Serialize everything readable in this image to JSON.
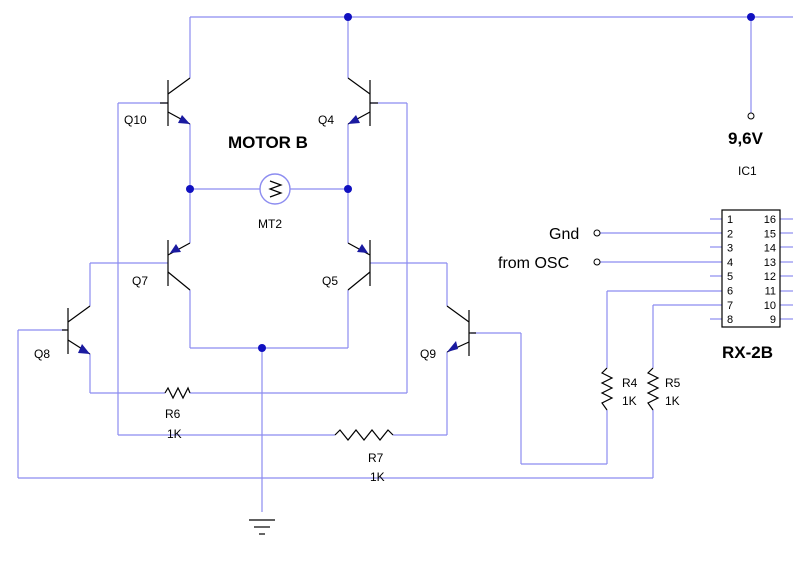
{
  "supply": {
    "label": "9,6V"
  },
  "motor": {
    "title": "MOTOR B",
    "ref": "MT2"
  },
  "transistors": {
    "q10": "Q10",
    "q4": "Q4",
    "q7": "Q7",
    "q5": "Q5",
    "q8": "Q8",
    "q9": "Q9"
  },
  "resistors": {
    "r6": {
      "ref": "R6",
      "value": "1K"
    },
    "r7": {
      "ref": "R7",
      "value": "1K"
    },
    "r4": {
      "ref": "R4",
      "value": "1K"
    },
    "r5": {
      "ref": "R5",
      "value": "1K"
    }
  },
  "ic": {
    "ref": "IC1",
    "name": "RX-2B",
    "left_pins": [
      "1",
      "2",
      "3",
      "4",
      "5",
      "6",
      "7",
      "8"
    ],
    "right_pins": [
      "16",
      "15",
      "14",
      "13",
      "12",
      "11",
      "10",
      "9"
    ]
  },
  "inputs": {
    "gnd": "Gnd",
    "osc": "from OSC"
  }
}
